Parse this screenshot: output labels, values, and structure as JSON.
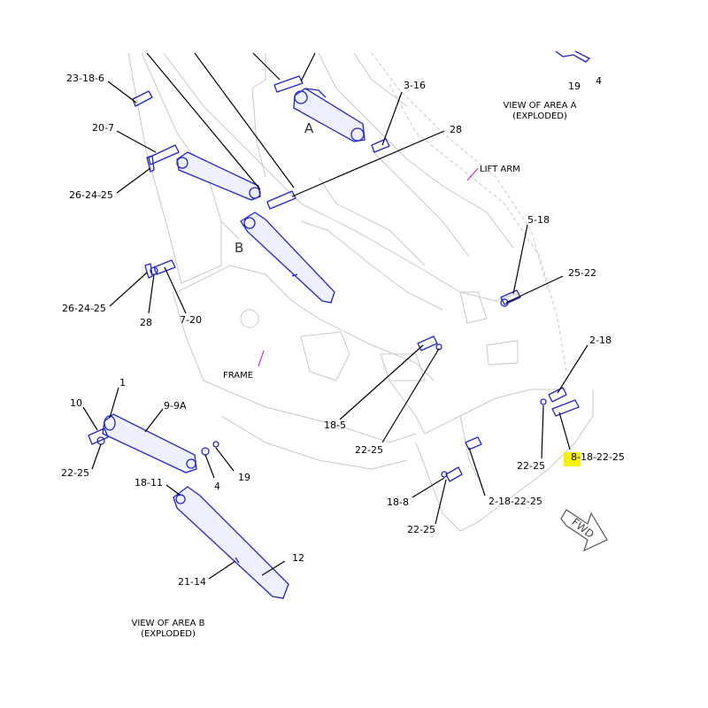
{
  "callouts": {
    "p23_18_6": "23-18-6",
    "p3_16": "3-16",
    "p28_top": "28",
    "p20_7": "20-7",
    "p26_24_25_a": "26-24-25",
    "p5_18": "5-18",
    "p25_22": "25-22",
    "p26_24_25_b": "26-24-25",
    "p28_mid": "28",
    "p7_20": "7-20",
    "p2_18": "2-18",
    "p1": "1",
    "p10": "10",
    "p9_9a": "9-9A",
    "p18_5": "18-5",
    "p22_25_mid": "22-25",
    "p22_25_left": "22-25",
    "p4_b": "4",
    "p19_b": "19",
    "p22_25_right": "22-25",
    "p8_prefix": "8",
    "p8_rest": "-18-22-25",
    "p18_11": "18-11",
    "p18_8": "18-8",
    "p2_18_22_25": "2-18-22-25",
    "p22_25_low": "22-25",
    "p12": "12",
    "p21_14": "21-14",
    "p19_a": "19",
    "p4_a": "4"
  },
  "areas": {
    "a": "A",
    "b": "B"
  },
  "captions": {
    "view_a_1": "VIEW OF AREA A",
    "view_a_2": "(EXPLODED)",
    "view_b_1": "VIEW OF AREA B",
    "view_b_2": "(EXPLODED)",
    "lift_arm": "LIFT ARM",
    "frame": "FRAME",
    "fwd": "FWD"
  },
  "colors": {
    "part": "#1f24c8",
    "frame": "#c8c8c8",
    "marker": "#cc33cc",
    "highlight": "#f4f000"
  }
}
